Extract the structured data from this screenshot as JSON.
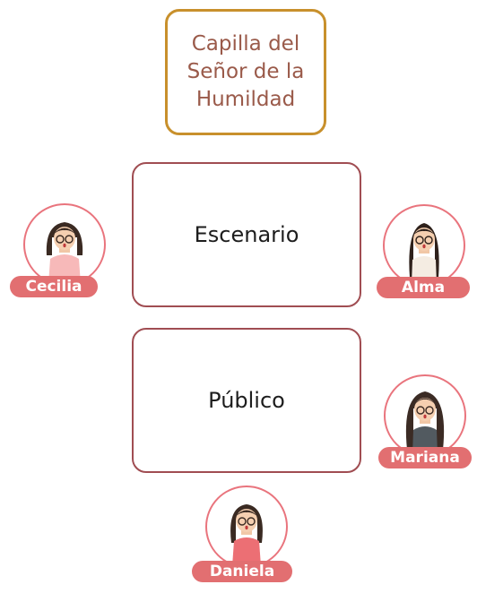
{
  "nodes": {
    "chapel": "Capilla del Señor de la Humildad",
    "stage": "Escenario",
    "audience": "Público"
  },
  "people": {
    "cecilia": "Cecilia",
    "alma": "Alma",
    "mariana": "Mariana",
    "daniela": "Daniela"
  },
  "colors": {
    "chapel_border": "#c8902c",
    "box_border": "#a04d52",
    "badge_fill": "#e26f71",
    "circle_border": "#e9747d"
  }
}
